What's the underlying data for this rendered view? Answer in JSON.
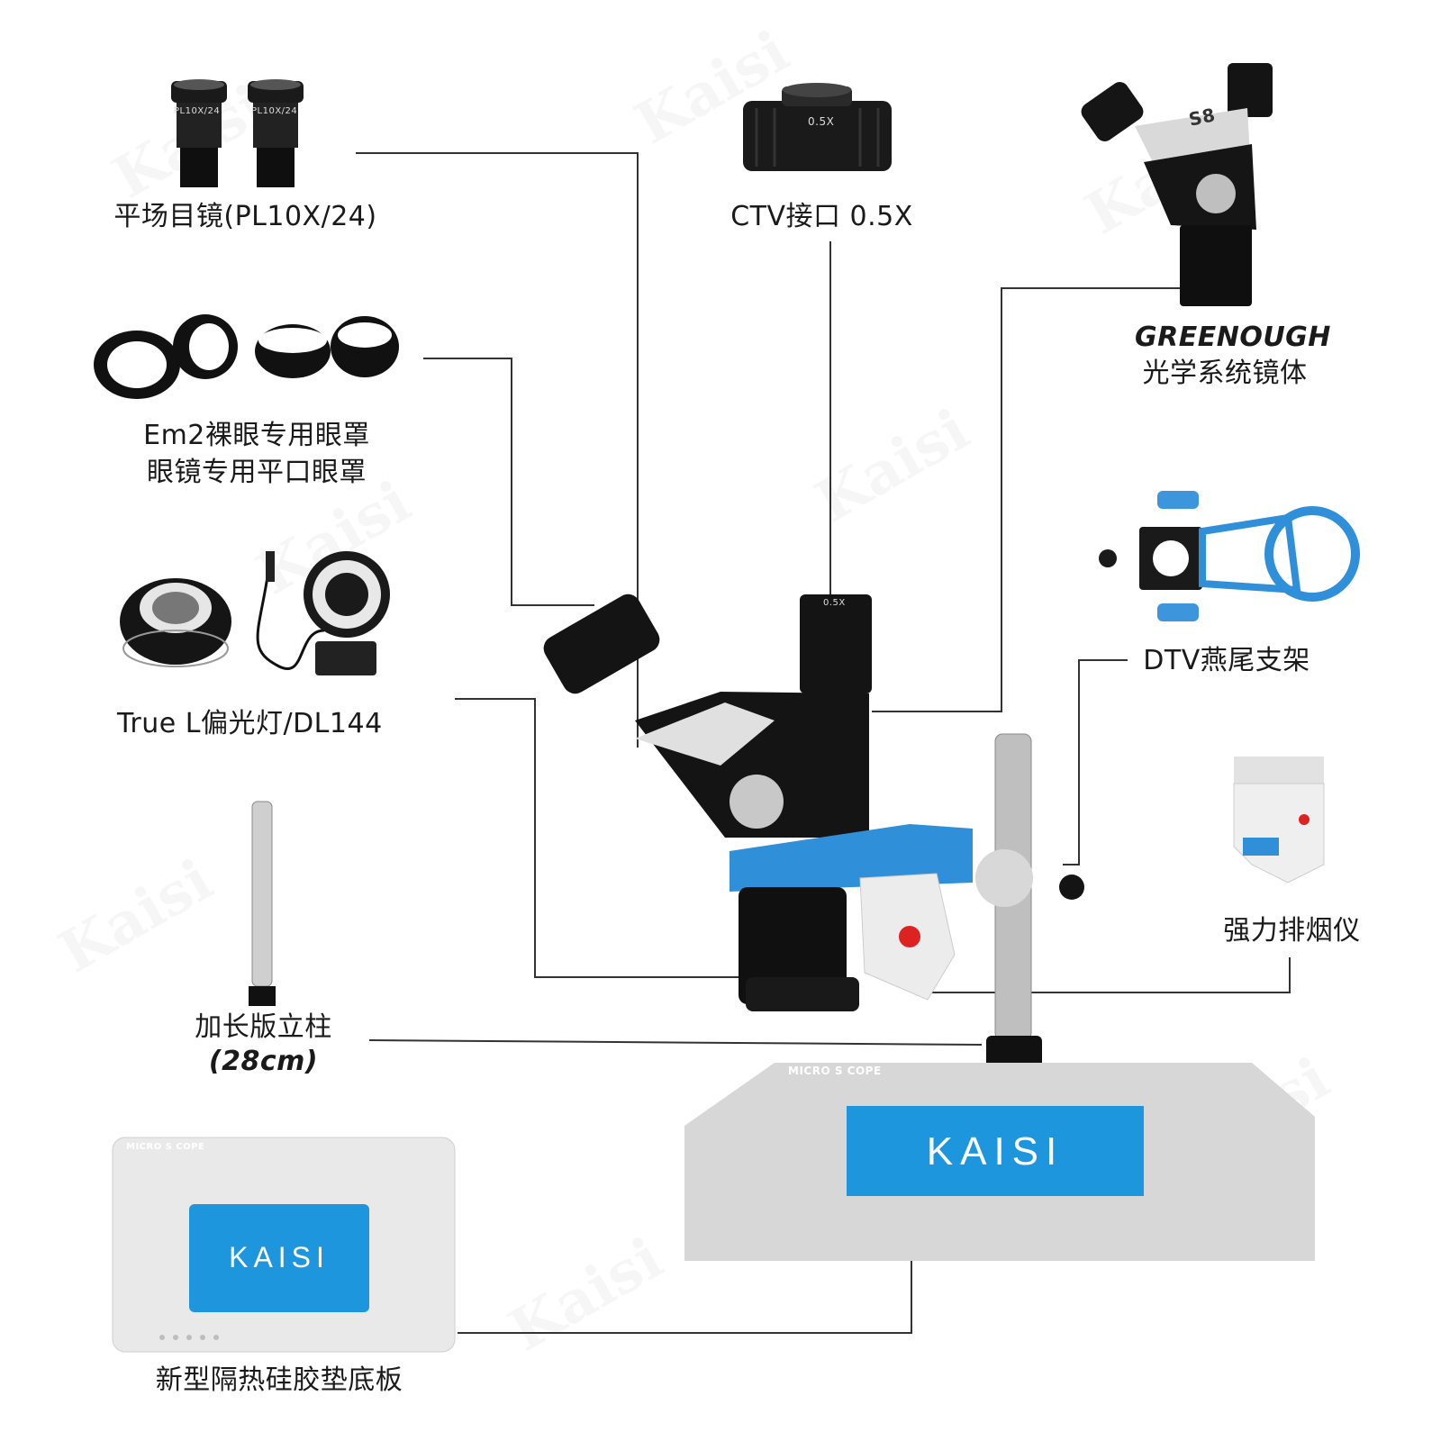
{
  "labels": {
    "eyepiece": "平场目镜(PL10X/24)",
    "ctv": "CTV接口 0.5X",
    "greenough_title": "GREENOUGH",
    "greenough_sub": "光学系统镜体",
    "eyecups_line1": "Em2裸眼专用眼罩",
    "eyecups_line2": "眼镜专用平口眼罩",
    "light": "True L偏光灯/DL144",
    "dtv": "DTV燕尾支架",
    "fume": "强力排烟仪",
    "pillar_line1": "加长版立柱",
    "pillar_line2": "(28cm)",
    "base": "新型隔热硅胶垫底板"
  },
  "brand": {
    "pad_logo": "KAISI",
    "pad_header": "MICRO S COPE",
    "eyepiece_marking": "PL10X/24",
    "ctv_marking": "0.5X",
    "head_model": "S8",
    "watermark": "Kaisi"
  },
  "colors": {
    "accent_blue": "#2f8fd8",
    "pad_blue": "#1e96dd",
    "body_black": "#141414",
    "line": "#333333",
    "pad_gray": "#d9d9d9"
  }
}
